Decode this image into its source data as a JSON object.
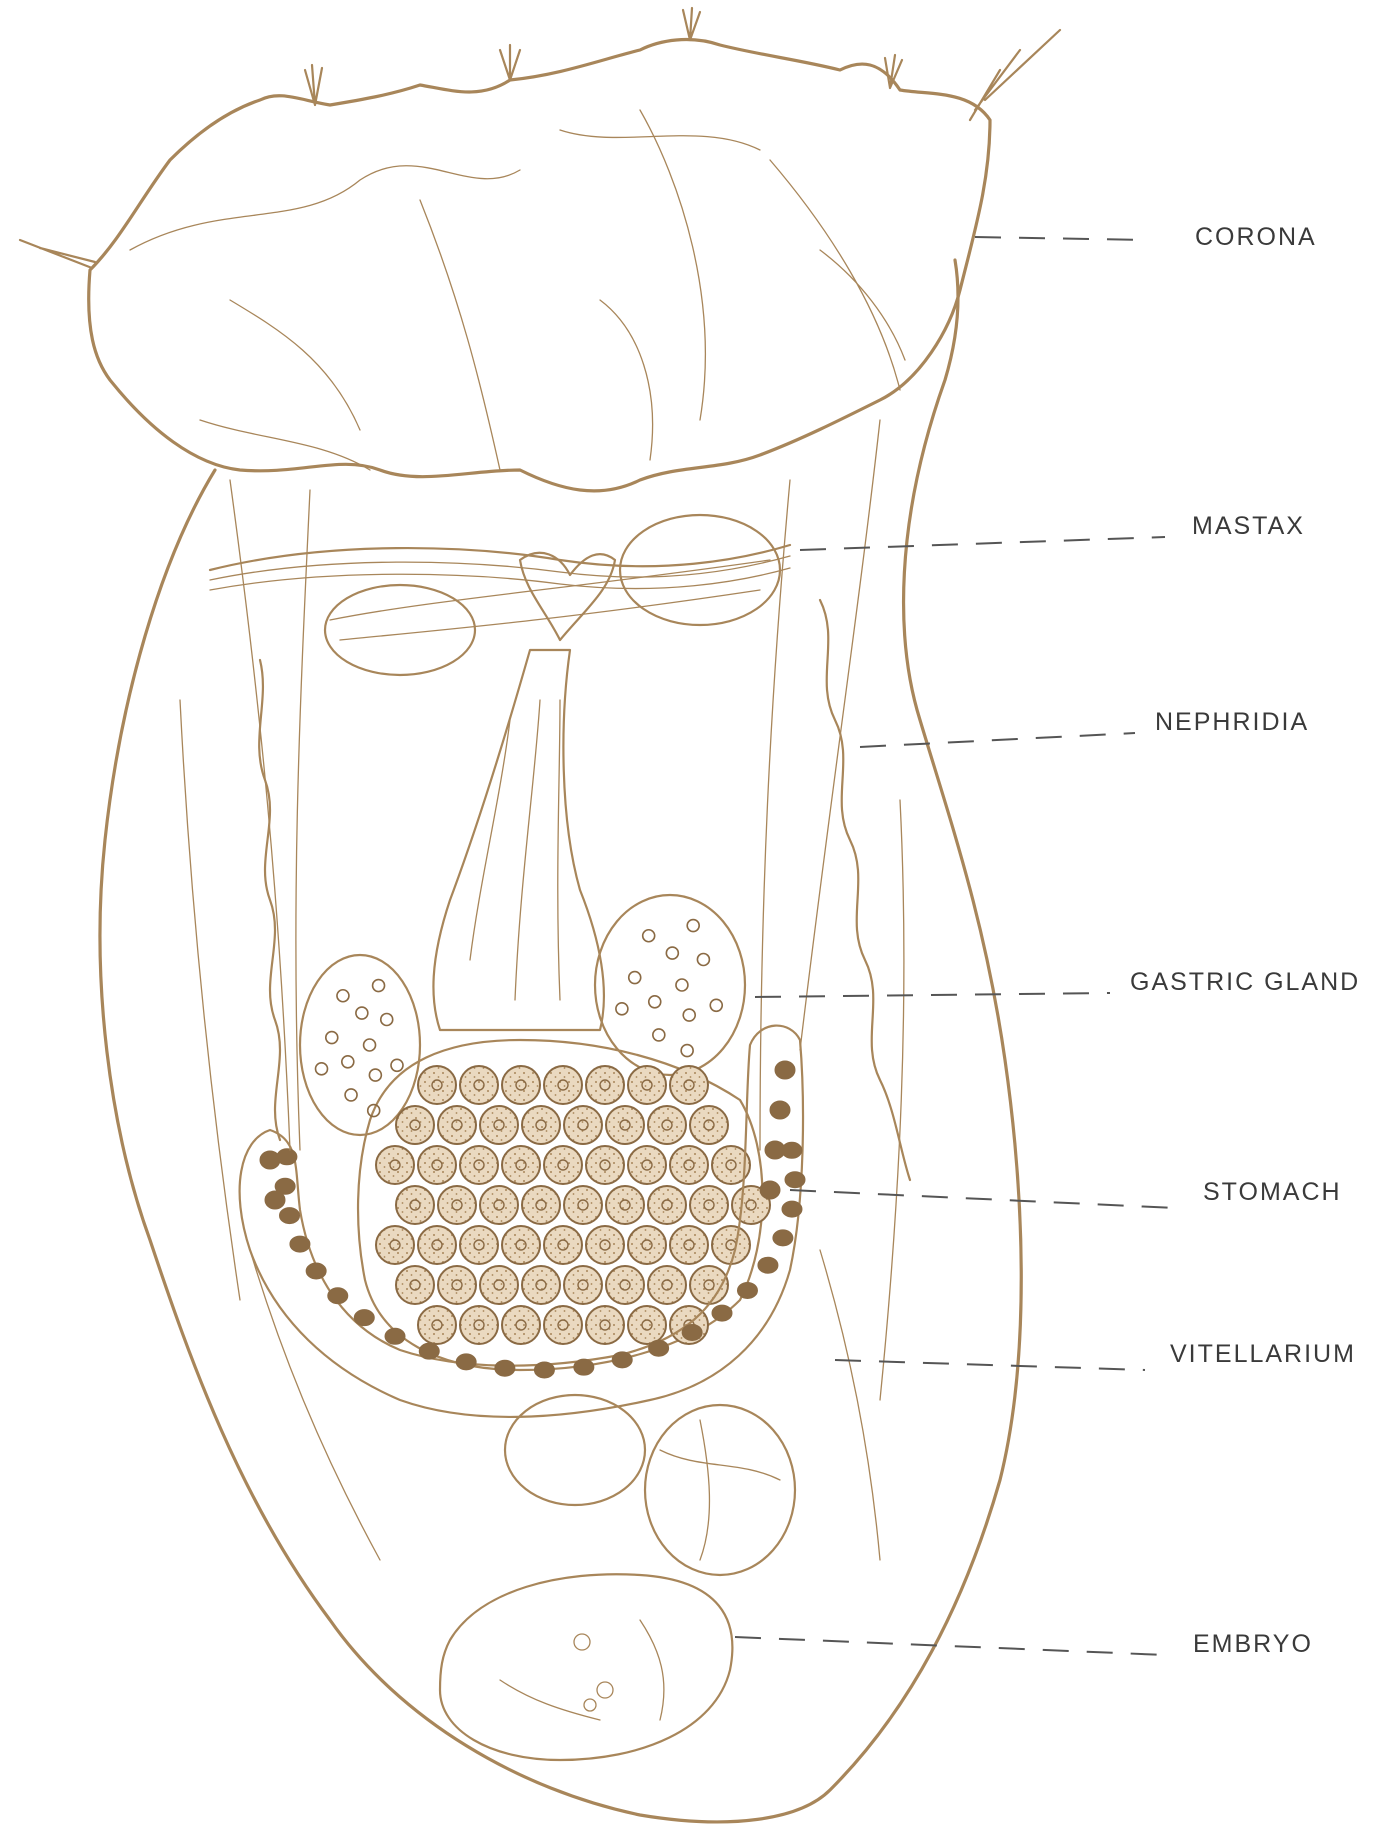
{
  "colors": {
    "ink": "#a8865a",
    "ink_dark": "#8a6a44",
    "fill_dotted": "#c8ab82",
    "label_text": "#3a3a3a",
    "leader": "#555555",
    "background": "#ffffff"
  },
  "labels": {
    "corona": "CORONA",
    "mastax": "MASTAX",
    "nephridia": "NEPHRIDIA",
    "gastric_gland": "GASTRIC  GLAND",
    "stomach": "STOMACH",
    "vitellarium": "VITELLARIUM",
    "embryo": "EMBRYO"
  }
}
